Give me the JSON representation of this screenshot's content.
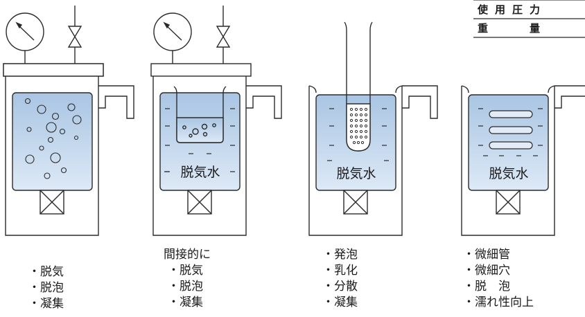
{
  "spec_table": {
    "rows": [
      {
        "label": "使用圧力"
      },
      {
        "label": "重　　量"
      }
    ]
  },
  "tanks": [
    {
      "id": "direct",
      "water_label": "",
      "captions": [
        "・脱気",
        "・脱泡",
        "・凝集"
      ]
    },
    {
      "id": "indirect",
      "water_label": "脱気水",
      "captions": [
        "間接的に",
        "・脱気",
        "・脱泡",
        "・凝集"
      ]
    },
    {
      "id": "probe",
      "water_label": "脱気水",
      "captions": [
        "・発泡",
        "・乳化",
        "・分散",
        "・凝集"
      ]
    },
    {
      "id": "tubes",
      "water_label": "脱気水",
      "captions": [
        "・微細管",
        "・微細穴",
        "・脱　泡",
        "・濡れ性向上"
      ]
    }
  ],
  "colors": {
    "water_top": "#aac6e2",
    "water_bottom": "#dbe8f5",
    "stroke": "#2a2a2a"
  }
}
